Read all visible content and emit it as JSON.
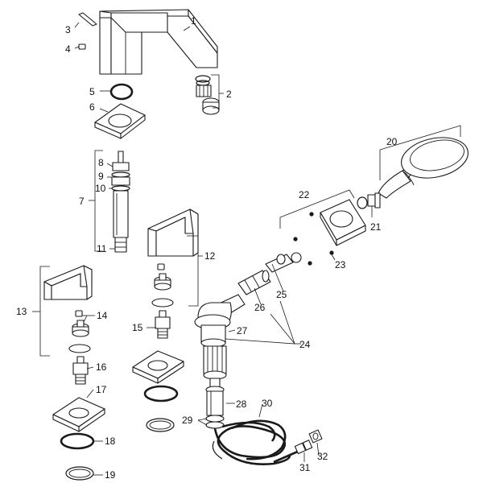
{
  "labels": [
    "1",
    "2",
    "3",
    "4",
    "5",
    "6",
    "7",
    "8",
    "9",
    "10",
    "11",
    "12",
    "13",
    "14",
    "15",
    "16",
    "17",
    "18",
    "19",
    "20",
    "21",
    "22",
    "23",
    "24",
    "25",
    "26",
    "27",
    "28",
    "29",
    "30",
    "31",
    "32"
  ],
  "colors": {
    "line": "#1a1a1a",
    "background": "#ffffff"
  }
}
